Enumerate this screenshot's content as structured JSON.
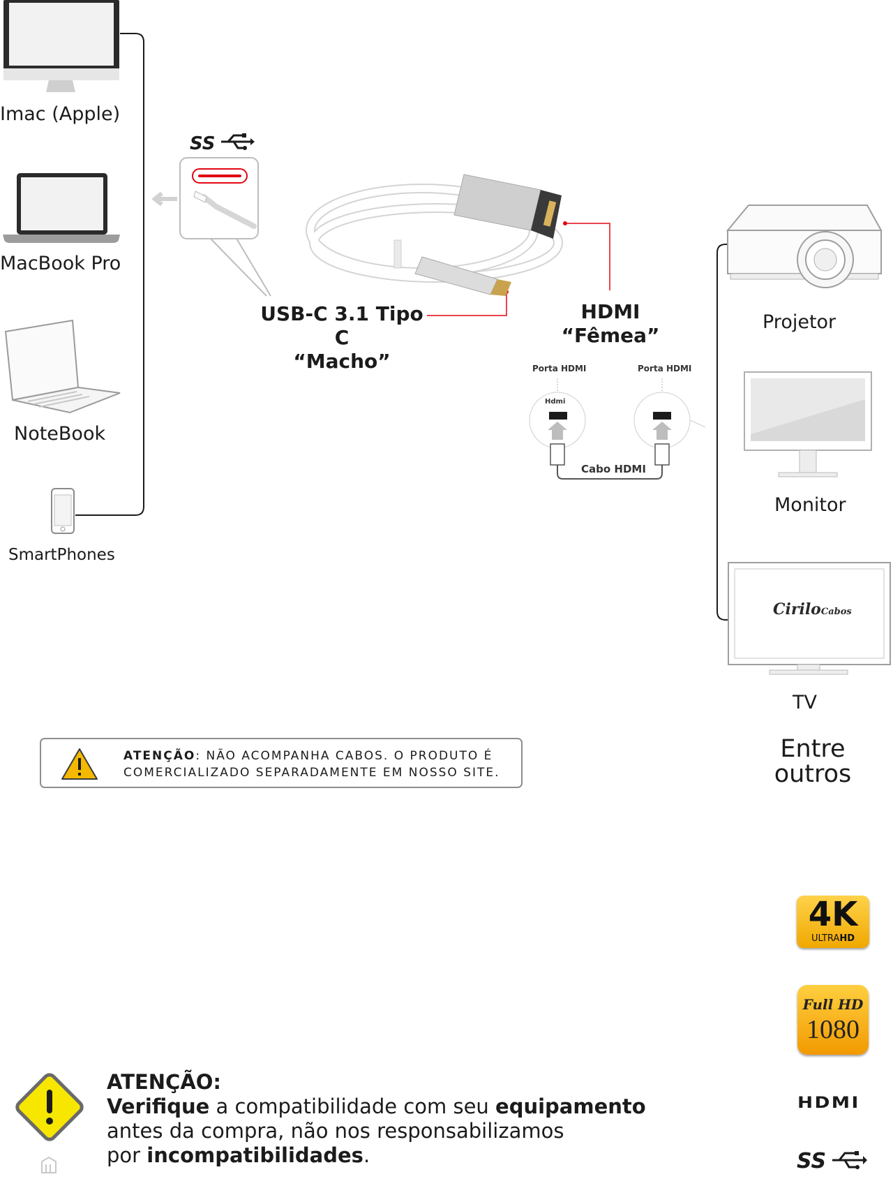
{
  "devices_left": [
    {
      "label": "Imac (Apple)"
    },
    {
      "label": "MacBook Pro"
    },
    {
      "label": "NoteBook"
    },
    {
      "label": "SmartPhones"
    }
  ],
  "devices_right": [
    {
      "label": "Projetor"
    },
    {
      "label": "Monitor"
    },
    {
      "label": "TV"
    },
    {
      "label": "Entre outros"
    }
  ],
  "connectors": {
    "usb_c_line1": "USB-C 3.1 Tipo C",
    "usb_c_line2": "“Macho”",
    "hdmi_line1": "HDMI",
    "hdmi_line2": "“Fêmea”",
    "usb_logo": "SS"
  },
  "hdmi_detail": {
    "port_left": "Porta HDMI",
    "port_right": "Porta HDMI",
    "cable": "Cabo HDMI",
    "hdmi_logo": "Hdmi"
  },
  "tv_brand": {
    "word1": "Cirilo",
    "word2": "Cabos"
  },
  "notice": {
    "title": "ATENÇÃO",
    "line1": ": NÃO ACOMPANHA CABOS. O PRODUTO É",
    "line2": "COMERCIALIZADO SEPARADAMENTE EM NOSSO SITE."
  },
  "badges": {
    "badge_4k_big": "4K",
    "badge_4k_ultra": "ULTRA",
    "badge_4k_hd": "HD",
    "fullhd_line1": "Full HD",
    "fullhd_line2": "1080",
    "hdmi": "HDMI",
    "ss": "SS"
  },
  "warning": {
    "title": "ATENÇÃO:",
    "l1_b1": "Verifique",
    "l1_t1": " a compatibilidade com seu ",
    "l1_b2": "equipamento",
    "l2": "antes da compra, não nos responsabilizamos",
    "l3_t1": "por ",
    "l3_b1": "incompatibilidades",
    "l3_t2": "."
  },
  "colors": {
    "accent_red": "#e30613",
    "line": "#1b1b1b",
    "gold": "#f5b800",
    "warning_yellow": "#f7e600"
  }
}
